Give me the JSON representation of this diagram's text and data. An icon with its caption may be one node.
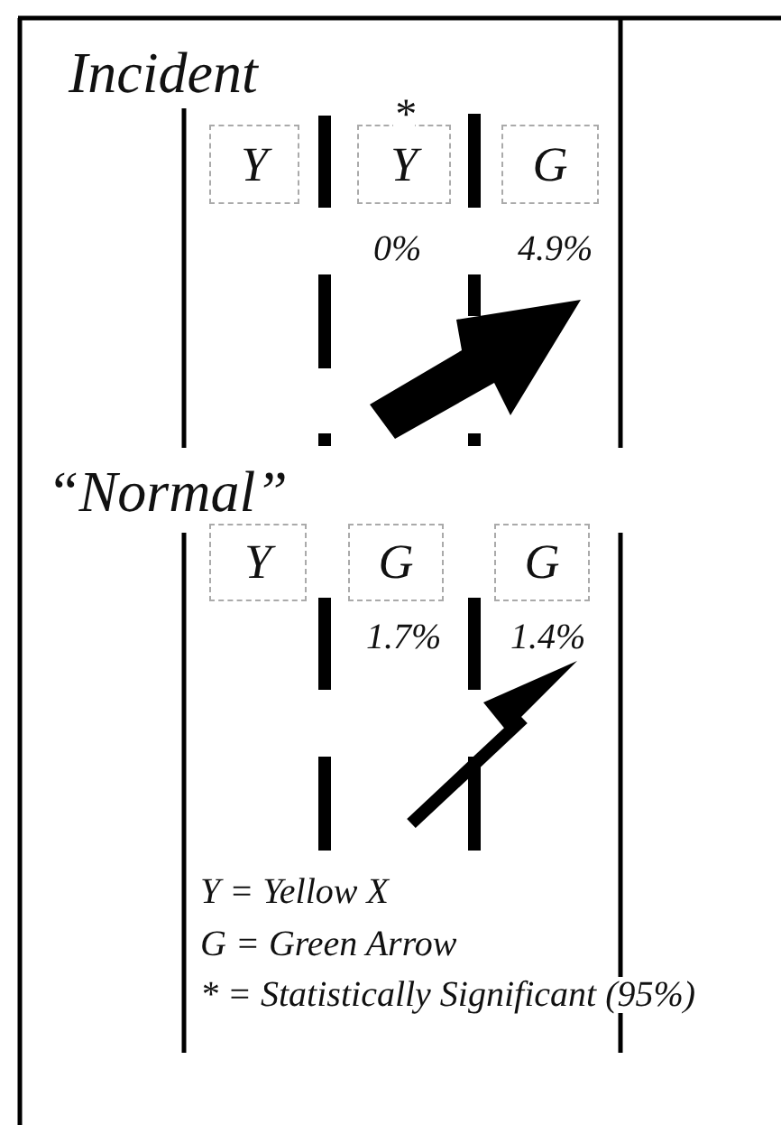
{
  "diagram": {
    "nodes": [
      {
        "text": [
          "Y"
        ]
      },
      {
        "text": [
          "Y"
        ],
        "beside": [
          "*",
          "0%"
        ]
      },
      {
        "text": [
          "G"
        ],
        "beside": [
          "4.9%"
        ]
      },
      {
        "text": [
          "Y"
        ]
      },
      {
        "text": [
          "G"
        ],
        "beside": [
          "1.7%"
        ]
      },
      {
        "text": [
          "G"
        ],
        "beside": [
          "1.4%"
        ]
      }
    ],
    "labels": [
      "Incident",
      "“Normal”",
      "Y = Yellow X",
      "G = Green Arrow",
      "* = Statistically Significant (95%)"
    ]
  }
}
